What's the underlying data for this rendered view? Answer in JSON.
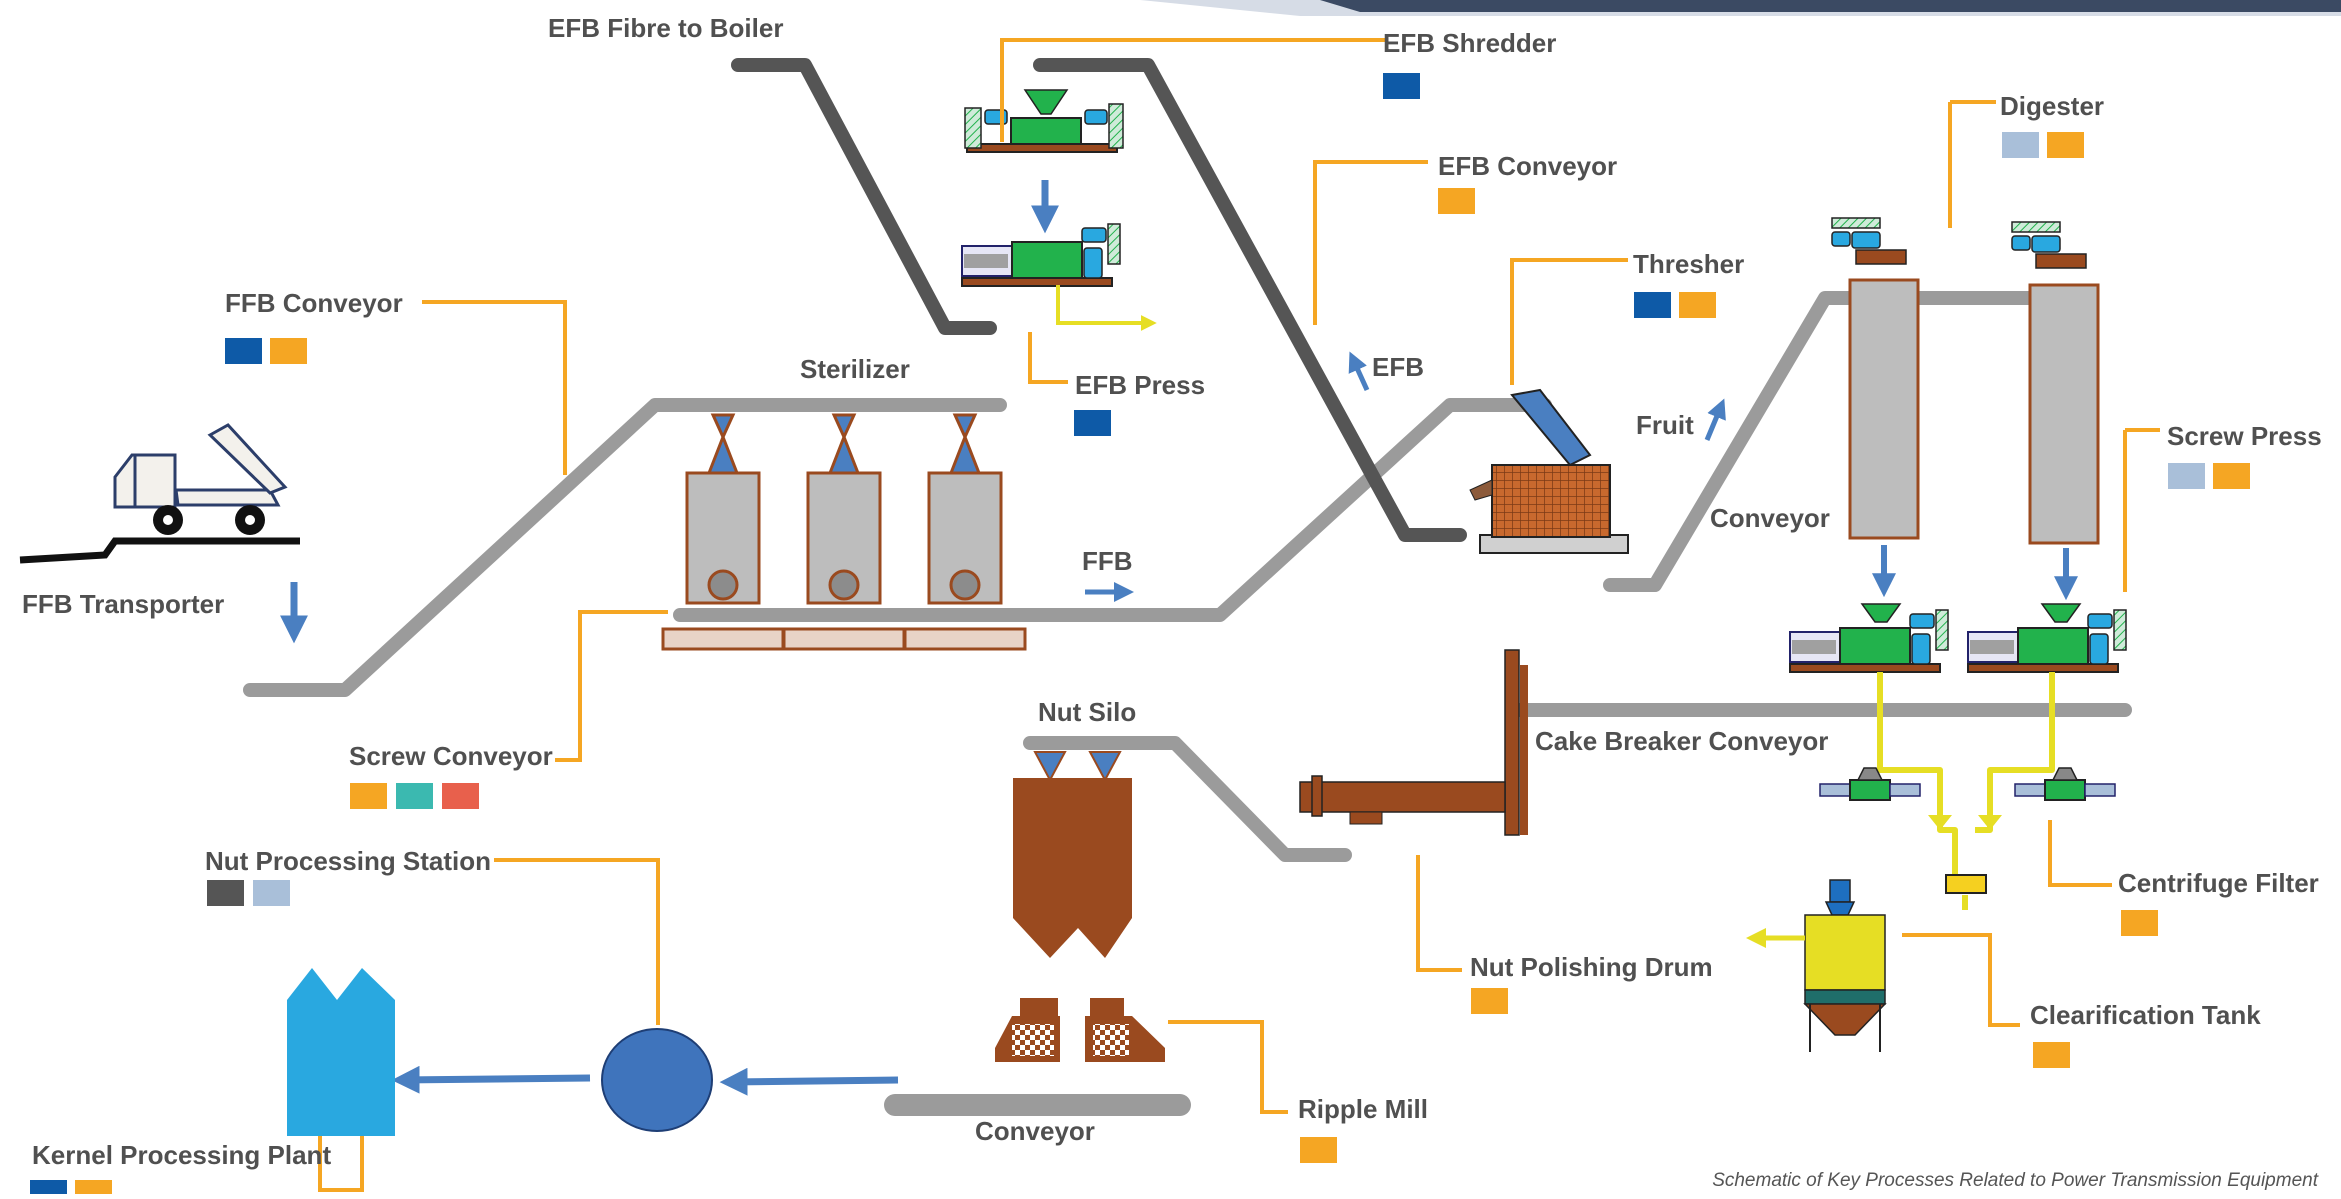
{
  "labels": {
    "efb_fibre_to_boiler": "EFB Fibre to Boiler",
    "efb_shredder": "EFB Shredder",
    "digester": "Digester",
    "efb_conveyor": "EFB Conveyor",
    "thresher": "Thresher",
    "ffb_conveyor": "FFB Conveyor",
    "sterilizer": "Sterilizer",
    "efb_press": "EFB Press",
    "efb": "EFB",
    "fruit": "Fruit",
    "screw_press": "Screw Press",
    "conveyor_right": "Conveyor",
    "ffb_transporter": "FFB Transporter",
    "ffb": "FFB",
    "nut_silo": "Nut Silo",
    "cake_breaker_conveyor": "Cake Breaker Conveyor",
    "screw_conveyor": "Screw Conveyor",
    "nut_processing_station": "Nut Processing Station",
    "centrifuge_filter": "Centrifuge Filter",
    "nut_polishing_drum": "Nut Polishing Drum",
    "clearification_tank": "Clearification Tank",
    "ripple_mill": "Ripple Mill",
    "conveyor_bottom": "Conveyor",
    "kernel_processing_plant": "Kernel Processing Plant"
  },
  "caption": "Schematic of Key Processes Related to Power Transmission Equipment",
  "colors": {
    "dark_blue": "#0E5AA7",
    "orange": "#F5A623",
    "light_blue_grey": "#A9BFD9",
    "teal": "#3BB9B0",
    "red": "#E8604C",
    "dark_grey": "#555555",
    "leader_line": "#F5A623",
    "conveyor_grey": "#9B9B9B",
    "arrow_blue": "#4A7FC1",
    "machine_green": "#22B24C",
    "machine_cyan": "#29A8E0",
    "rust": "#9A4A1F",
    "oil_yellow": "#E6DE24"
  },
  "swatches": {
    "ffb_conveyor": [
      "dark_blue",
      "orange"
    ],
    "efb_shredder": [
      "dark_blue"
    ],
    "efb_conveyor": [
      "orange"
    ],
    "thresher": [
      "dark_blue",
      "orange"
    ],
    "digester": [
      "light_blue_grey",
      "orange"
    ],
    "screw_press": [
      "light_blue_grey",
      "orange"
    ],
    "efb_press": [
      "dark_blue"
    ],
    "screw_conveyor": [
      "orange",
      "teal",
      "red"
    ],
    "nut_processing_station": [
      "dark_grey",
      "light_blue_grey"
    ],
    "centrifuge_filter": [
      "orange"
    ],
    "nut_polishing_drum": [
      "orange"
    ],
    "clearification_tank": [
      "orange"
    ],
    "ripple_mill": [
      "orange"
    ],
    "kernel_processing_plant": [
      "dark_blue",
      "orange"
    ]
  }
}
